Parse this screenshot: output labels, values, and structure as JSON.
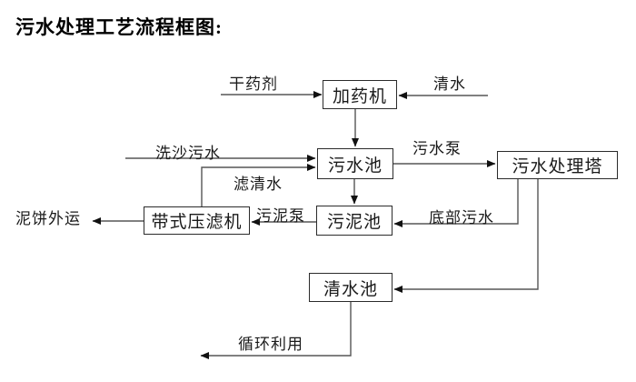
{
  "title": "污水处理工艺流程框图:",
  "diagram": {
    "nodes": {
      "dosing_machine": "加药机",
      "sewage_pool": "污水池",
      "treatment_tower": "污水处理塔",
      "belt_filter_press": "带式压滤机",
      "sludge_pool": "污泥池",
      "clean_water_pool": "清水池"
    },
    "edge_labels": {
      "dry_agent": "干药剂",
      "clean_water": "清水",
      "sand_washing_sewage": "洗沙污水",
      "filtered_water": "滤清水",
      "sewage_pump": "污水泵",
      "bottom_sewage": "底部污水",
      "sludge_pump": "污泥泵",
      "mud_cake_outbound": "泥饼外运",
      "recycle_use": "循环利用"
    },
    "colors": {
      "line": "#565656",
      "arrowhead": "#111111",
      "box_border": "#2b2b2b",
      "text": "#111111",
      "background": "#ffffff"
    }
  }
}
